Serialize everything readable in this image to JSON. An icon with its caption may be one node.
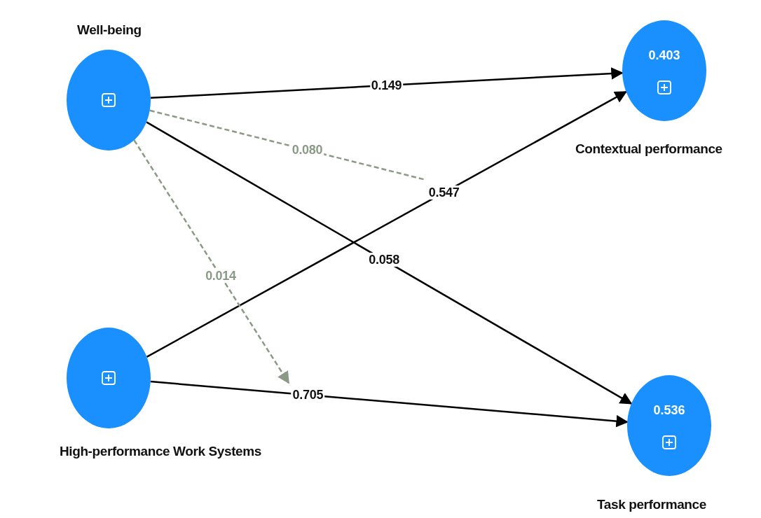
{
  "diagram": {
    "nodes": [
      {
        "text": [
          "Well-being"
        ]
      },
      {
        "text": [
          "0.403",
          "Contextual performance"
        ]
      },
      {
        "text": [
          "High-performance Work Systems"
        ]
      },
      {
        "text": [
          "0.536",
          "Task performance"
        ]
      }
    ],
    "edges": [
      {
        "from": 0,
        "to": 1,
        "arrow": "to",
        "label": "0.149"
      },
      {
        "from": 0,
        "to": 3,
        "arrow": "to",
        "label": "0.058"
      },
      {
        "from": 2,
        "to": 1,
        "arrow": "to",
        "label": "0.547"
      },
      {
        "from": 2,
        "to": 3,
        "arrow": "to",
        "label": "0.705"
      },
      {
        "from": 0,
        "to": null,
        "arrow": "none",
        "label": "0.080",
        "style": "dashed",
        "color": "#8a9a86"
      },
      {
        "from": 0,
        "to": null,
        "arrow": "to",
        "label": "0.014",
        "style": "dashed",
        "color": "#8a9a86"
      }
    ]
  }
}
